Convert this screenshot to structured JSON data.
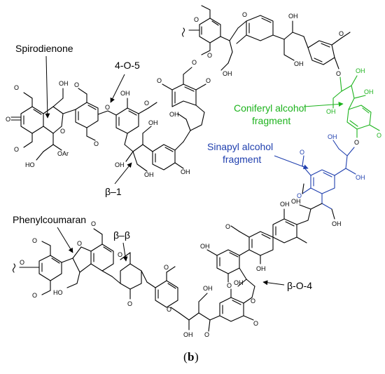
{
  "labels": {
    "spirodienone": "Spirodienone",
    "four_o_five": "4-O-5",
    "coniferyl_line1": "Coniferyl alcohol",
    "coniferyl_line2": "fragment",
    "sinapyl_line1": "Sinapyl alcohol",
    "sinapyl_line2": "fragment",
    "beta_one": "β–1",
    "phenylcoumaran": "Phenylcoumaran",
    "beta_beta": "β–β",
    "beta_o_four": "β-O-4"
  },
  "atoms": {
    "oh": "OH",
    "ho": "HO",
    "o": "O",
    "oar": "OAr"
  },
  "caption": {
    "open": "(",
    "letter": "b",
    "close": ")"
  },
  "colors": {
    "coniferyl": "#1db31d",
    "sinapyl": "#1f3fae",
    "default": "#000000"
  }
}
